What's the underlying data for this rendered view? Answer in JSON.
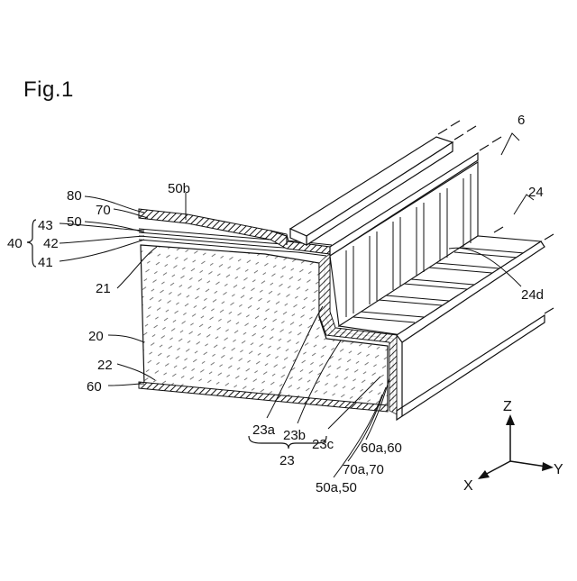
{
  "figure": {
    "title": "Fig.1"
  },
  "labels": {
    "l6": "6",
    "l24": "24",
    "l24d": "24d",
    "l80": "80",
    "l70": "70",
    "l50b": "50b",
    "l40": "40",
    "l43": "43",
    "l50": "50",
    "l42": "42",
    "l41": "41",
    "l21": "21",
    "l20": "20",
    "l22": "22",
    "l60": "60",
    "l23a": "23a",
    "l23b": "23b",
    "l23c": "23c",
    "l23": "23",
    "l60a": "60a,60",
    "l70a": "70a,70",
    "l50a": "50a,50"
  },
  "axes": {
    "z": "Z",
    "y": "Y",
    "x": "X"
  }
}
